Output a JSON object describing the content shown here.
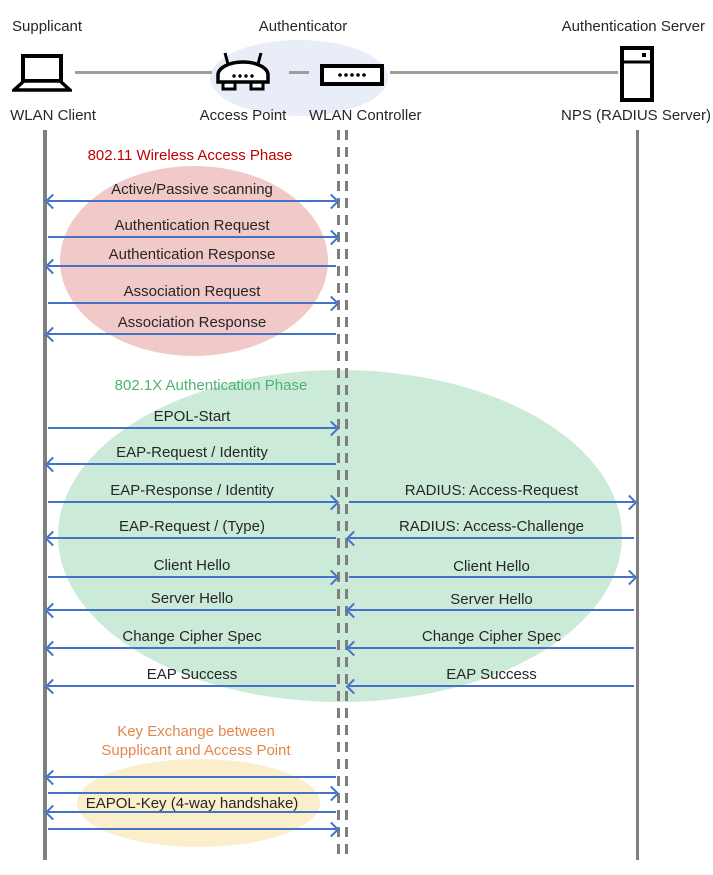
{
  "roles": {
    "supplicant": "Supplicant",
    "authenticator": "Authenticator",
    "auth_server": "Authentication Server"
  },
  "nodes": {
    "wlan_client": "WLAN Client",
    "access_point": "Access Point",
    "wlan_controller": "WLAN Controller",
    "nps": "NPS (RADIUS Server)"
  },
  "icons": [
    "laptop-icon",
    "access-point-icon",
    "wlan-controller-icon",
    "server-icon"
  ],
  "phases": {
    "p80211": {
      "title": "802.11 Wireless Access Phase",
      "color": "#C00000",
      "fill": "#F2C9C9"
    },
    "p8021x": {
      "title": "802.1X Authentication Phase",
      "color": "#4DB374",
      "fill": "#CBEBD8"
    },
    "key_exchange": {
      "title_line1": "Key Exchange between",
      "title_line2": "Supplicant and Access Point",
      "color": "#E2874D",
      "fill": "#FBEECB"
    }
  },
  "messages": {
    "client_to_controller": [
      {
        "label": "Active/Passive scanning",
        "direction": "both"
      },
      {
        "label": "Authentication Request",
        "direction": "right"
      },
      {
        "label": "Authentication Response",
        "direction": "left"
      },
      {
        "label": "Association Request",
        "direction": "right"
      },
      {
        "label": "Association Response",
        "direction": "left"
      },
      {
        "label": "EPOL-Start",
        "direction": "right"
      },
      {
        "label": "EAP-Request / Identity",
        "direction": "left"
      },
      {
        "label": "EAP-Response / Identity",
        "direction": "right"
      },
      {
        "label": "EAP-Request / (Type)",
        "direction": "left"
      },
      {
        "label": "Client Hello",
        "direction": "right"
      },
      {
        "label": "Server Hello",
        "direction": "left"
      },
      {
        "label": "Change Cipher Spec",
        "direction": "left"
      },
      {
        "label": "EAP Success",
        "direction": "left"
      },
      {
        "label": "",
        "direction": "left"
      },
      {
        "label": "",
        "direction": "right"
      },
      {
        "label": "EAPOL-Key (4-way handshake)",
        "direction": "left"
      },
      {
        "label": "",
        "direction": "right"
      }
    ],
    "controller_to_server": [
      {
        "label": "RADIUS: Access-Request",
        "direction": "right"
      },
      {
        "label": "RADIUS: Access-Challenge",
        "direction": "left"
      },
      {
        "label": "Client Hello",
        "direction": "right"
      },
      {
        "label": "Server Hello",
        "direction": "left"
      },
      {
        "label": "Change Cipher Spec",
        "direction": "left"
      },
      {
        "label": "EAP Success",
        "direction": "left"
      }
    ]
  },
  "colors": {
    "arrow": "#4472C4",
    "lifeline": "#7F7F7F",
    "connector": "#9E9E9E",
    "authenticator_halo": "#E9EDF8"
  }
}
